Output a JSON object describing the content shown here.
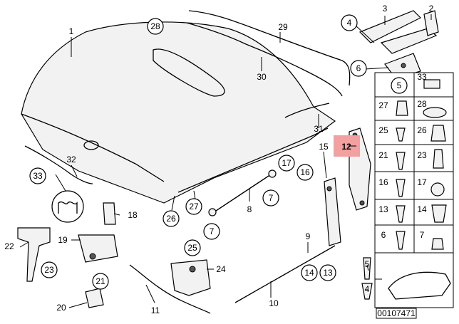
{
  "diagram_id": "00107471",
  "highlight_color": "#f2a0a0",
  "callouts": {
    "c1": "1",
    "c2": "2",
    "c3": "3",
    "c4": "4",
    "c5": "5",
    "c6": "6",
    "c7a": "7",
    "c7b": "7",
    "c8": "8",
    "c9": "9",
    "c10": "10",
    "c11": "11",
    "c12": "12",
    "c13": "13",
    "c14": "14",
    "c15": "15",
    "c16": "16",
    "c17": "17",
    "c18": "18",
    "c19": "19",
    "c20": "20",
    "c21": "21",
    "c22": "22",
    "c23": "23",
    "c24": "24",
    "c25": "25",
    "c26": "26",
    "c27": "27",
    "c28": "28",
    "c29": "29",
    "c30": "30",
    "c31": "31",
    "c32": "32",
    "c33": "33"
  },
  "grid_labels": {
    "g33": "33",
    "g27": "27",
    "g28": "28",
    "g25": "25",
    "g26": "26",
    "g21": "21",
    "g23": "23",
    "g16": "16",
    "g17": "17",
    "g13": "13",
    "g14": "14",
    "g6": "6",
    "g7": "7",
    "g5": "5",
    "g4": "4"
  }
}
